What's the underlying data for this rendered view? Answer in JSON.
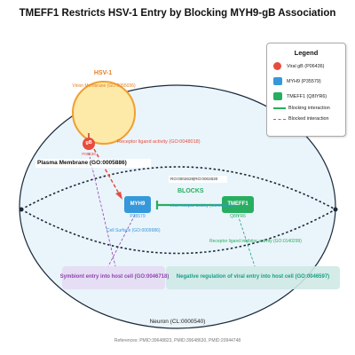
{
  "title": "TMEFF1 Restricts HSV-1 Entry by Blocking MYH9-gB Association",
  "references": "References: PMID:39648823, PMID:39648630, PMID:20944748",
  "cell": {
    "label": "Neuron (CL:0000540)",
    "plasma_membrane": "Plasma Membrane (GO:0005886)",
    "cell_surface": "Cell Surface (GO:0009986)"
  },
  "virus": {
    "name": "HSV-1",
    "membrane": "Virion Membrane (GO:0055036)",
    "gb_label": "gB",
    "gb_id": "P06436"
  },
  "proteins": {
    "myh9": {
      "label": "MYH9",
      "id": "P35579"
    },
    "tmeff1": {
      "label": "TMEFF1",
      "id": "Q8IYR6"
    }
  },
  "interactions": {
    "receptor_activity": "Receptor ligand activity (GO:0048018)",
    "blocks": "BLOCKS",
    "ro_terms": "RO:0002629|RO:0002630",
    "virus_receptor_activity": "Virus receptor activity (GO:0001618)",
    "inhibitor_activity": "Receptor ligand inhibitor activity (GO:0140299)"
  },
  "processes": {
    "symbiont_entry": "Symbiont entry into host cell (GO:0046718)",
    "negative_regulation": "Negative regulation of viral entry into host cell (GO:0046597)"
  },
  "legend": {
    "title": "Legend",
    "items": [
      {
        "label": "Viral gB (P06436)",
        "kind": "circle",
        "color": "#e74c3c"
      },
      {
        "label": "MYH9 (P35579)",
        "kind": "rect",
        "color": "#3498db"
      },
      {
        "label": "TMEFF1 (Q8IYR6)",
        "kind": "rect",
        "color": "#27ae60"
      },
      {
        "label": "Blocking interaction",
        "kind": "solid-line",
        "color": "#27ae60"
      },
      {
        "label": "Blocked interaction",
        "kind": "dashed-line",
        "color": "#e74c3c"
      }
    ]
  },
  "colors": {
    "cell_fill": "#eaf4fb",
    "virus_fill": "#fde9a8",
    "virus_stroke": "#f0a030",
    "gb": "#e74c3c",
    "myh9": "#3498db",
    "tmeff1": "#27ae60",
    "symbiont_fill": "#e4dcf3",
    "symbiont_text": "#8e44ad",
    "negreg_fill": "#cfe9e6",
    "negreg_text": "#16a085",
    "virus_text": "#e67e22"
  }
}
